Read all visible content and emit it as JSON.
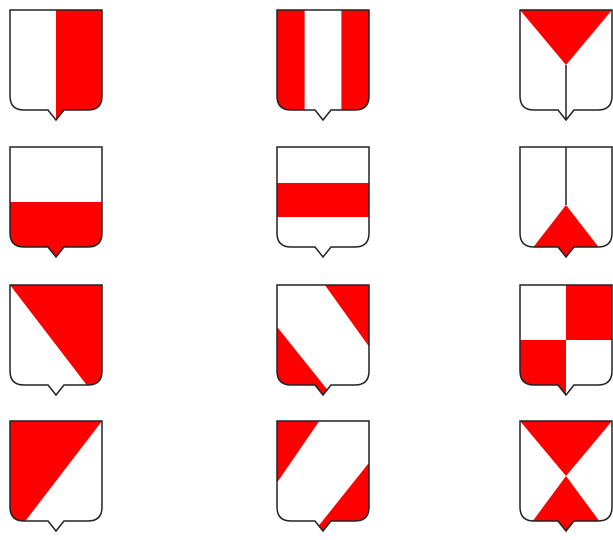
{
  "colors": {
    "tincture_red": "#ff0000",
    "tincture_white": "#ffffff",
    "outline": "#222222"
  },
  "shields": [
    {
      "id": "per-pale",
      "pattern": "per-pale",
      "row": 1,
      "col": 1
    },
    {
      "id": "pale",
      "pattern": "pale",
      "row": 1,
      "col": 2
    },
    {
      "id": "chape-pale",
      "pattern": "chape-pale",
      "row": 1,
      "col": 3
    },
    {
      "id": "per-fess",
      "pattern": "per-fess",
      "row": 2,
      "col": 1
    },
    {
      "id": "fess",
      "pattern": "fess",
      "row": 2,
      "col": 2
    },
    {
      "id": "chausse-pale",
      "pattern": "chausse-pale",
      "row": 2,
      "col": 3
    },
    {
      "id": "per-bend",
      "pattern": "per-bend",
      "row": 3,
      "col": 1
    },
    {
      "id": "bend",
      "pattern": "bend",
      "row": 3,
      "col": 2
    },
    {
      "id": "quarterly",
      "pattern": "quarterly",
      "row": 3,
      "col": 3
    },
    {
      "id": "per-bend-sinister",
      "pattern": "per-bend-sinister",
      "row": 4,
      "col": 1
    },
    {
      "id": "bend-sinister",
      "pattern": "bend-sinister",
      "row": 4,
      "col": 2
    },
    {
      "id": "gyronny-hourglass",
      "pattern": "gyronny-hourglass",
      "row": 4,
      "col": 3
    }
  ]
}
